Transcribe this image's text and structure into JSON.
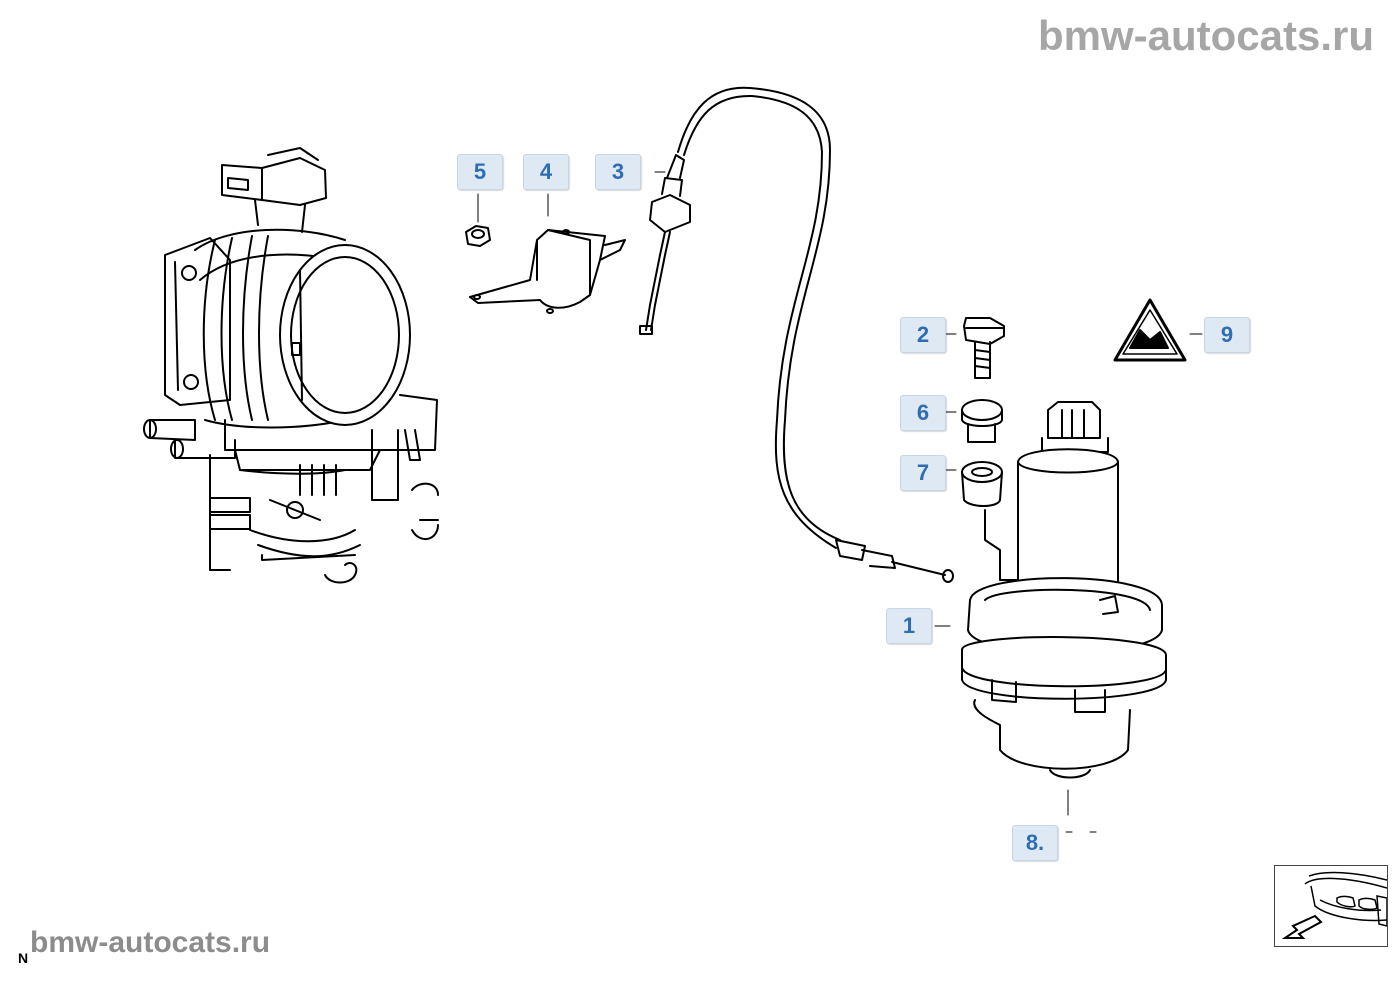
{
  "watermark": {
    "top": "bmw-autocats.ru",
    "bottom": "bmw-autocats.ru"
  },
  "corner_mark": "N",
  "callouts": [
    "5",
    "4",
    "3",
    "2",
    "9",
    "6",
    "7",
    "1",
    "8."
  ],
  "colors": {
    "callout_bg": "#dfe9f4",
    "callout_text": "#2f6db3",
    "watermark": "#a6a6a6",
    "line": "#000000"
  },
  "nav": {
    "icon": "car-front-arrow-icon"
  }
}
